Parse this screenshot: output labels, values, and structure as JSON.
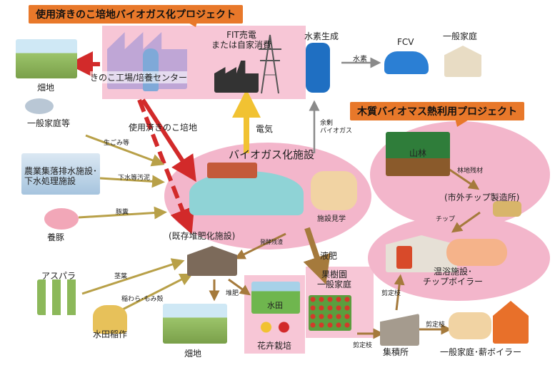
{
  "banners": {
    "project1": "使用済きのこ培地バイオガス化プロジェクト",
    "project2": "木質バイオマス熱利用プロジェクト"
  },
  "nodes": {
    "farm_top": "畑地",
    "mushroom_factory": "きのこ工場/培養センター",
    "fit": "FIT売電\nまたは自家消費",
    "hydrogen": "水素生成",
    "fcv": "FCV",
    "home_top": "一般家庭",
    "households": "一般家庭等",
    "agri_sewage": "農業集落排水施設･\n下水処理施設",
    "pig": "養豚",
    "biogas_facility": "バイオガス化施設",
    "tour": "施設見学",
    "compost": "(既存堆肥化施設)",
    "asparagus": "アスパラ",
    "rice": "水田稲作",
    "farm_bottom": "畑地",
    "paddy": "水田",
    "flowers": "花卉栽培",
    "orchard": "果樹園\n一般家庭",
    "collection": "集積所",
    "firewood": "一般家庭･薪ボイラー",
    "mountain": "山林",
    "chip_factory": "(市外チップ製造所)",
    "bath": "温浴施設･\nチップボイラー"
  },
  "flows": {
    "spent_medium": "使用済きのこ培地",
    "kitchen_waste": "生ごみ等",
    "sewage": "下水等汚泥",
    "manure": "豚糞",
    "electricity": "電気",
    "surplus_gas": "余剰\nバイオガス",
    "hydrogen_flow": "水素",
    "digestion_residue": "発酵残渣",
    "liquid_fertilizer": "液肥",
    "stems": "茎葉",
    "straw": "稲わら･もみ殻",
    "compost_out": "堆肥",
    "pruned1": "剪定枝",
    "pruned2": "剪定枝",
    "pruned3": "剪定枝",
    "forest_residue": "林地残材",
    "chips": "チップ"
  },
  "colors": {
    "banner": "#e8782a",
    "pink_area": "#f7c6d6",
    "red_arrow": "#d22a2a",
    "yellow_arrow": "#f1c232",
    "brown_arrow": "#a57a3c",
    "olive_arrow": "#b8a048",
    "gray_arrow": "#8a8a8a"
  }
}
